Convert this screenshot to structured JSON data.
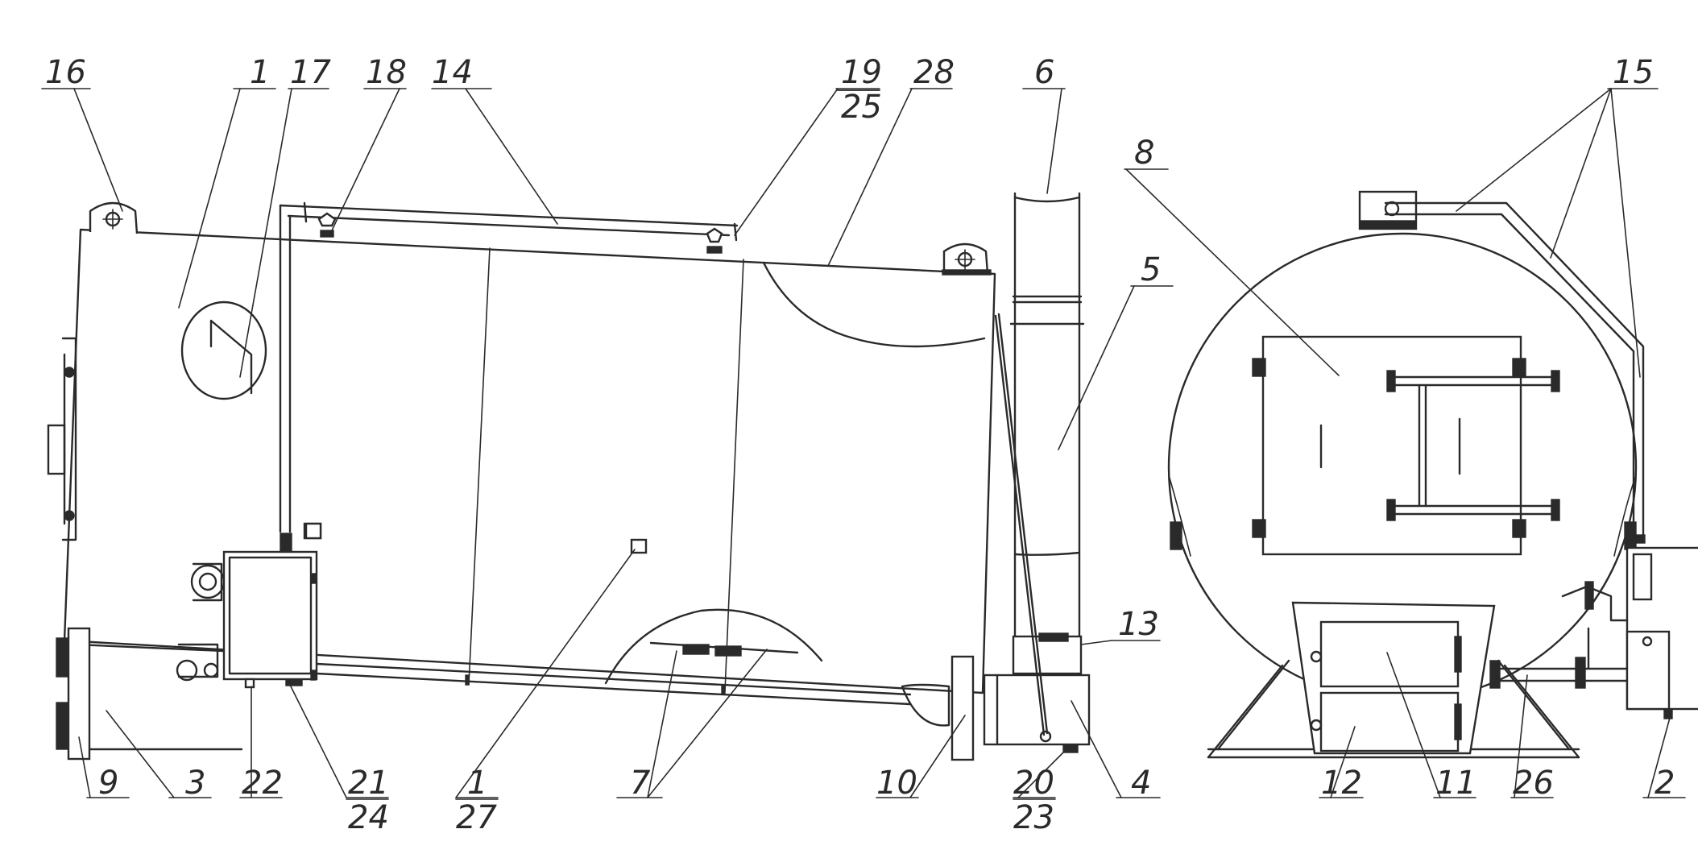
{
  "labels": {
    "l16": "16",
    "l1a": "1",
    "l17": "17",
    "l18": "18",
    "l14": "14",
    "l19": "19",
    "l25": "25",
    "l28": "28",
    "l6": "6",
    "l8": "8",
    "l15": "15",
    "l5": "5",
    "l13": "13",
    "l9": "9",
    "l3": "3",
    "l22": "22",
    "l21": "21",
    "l24": "24",
    "l1b": "1",
    "l27": "27",
    "l7": "7",
    "l10": "10",
    "l20": "20",
    "l23": "23",
    "l4": "4",
    "l12": "12",
    "l11": "11",
    "l26": "26",
    "l2": "2"
  }
}
